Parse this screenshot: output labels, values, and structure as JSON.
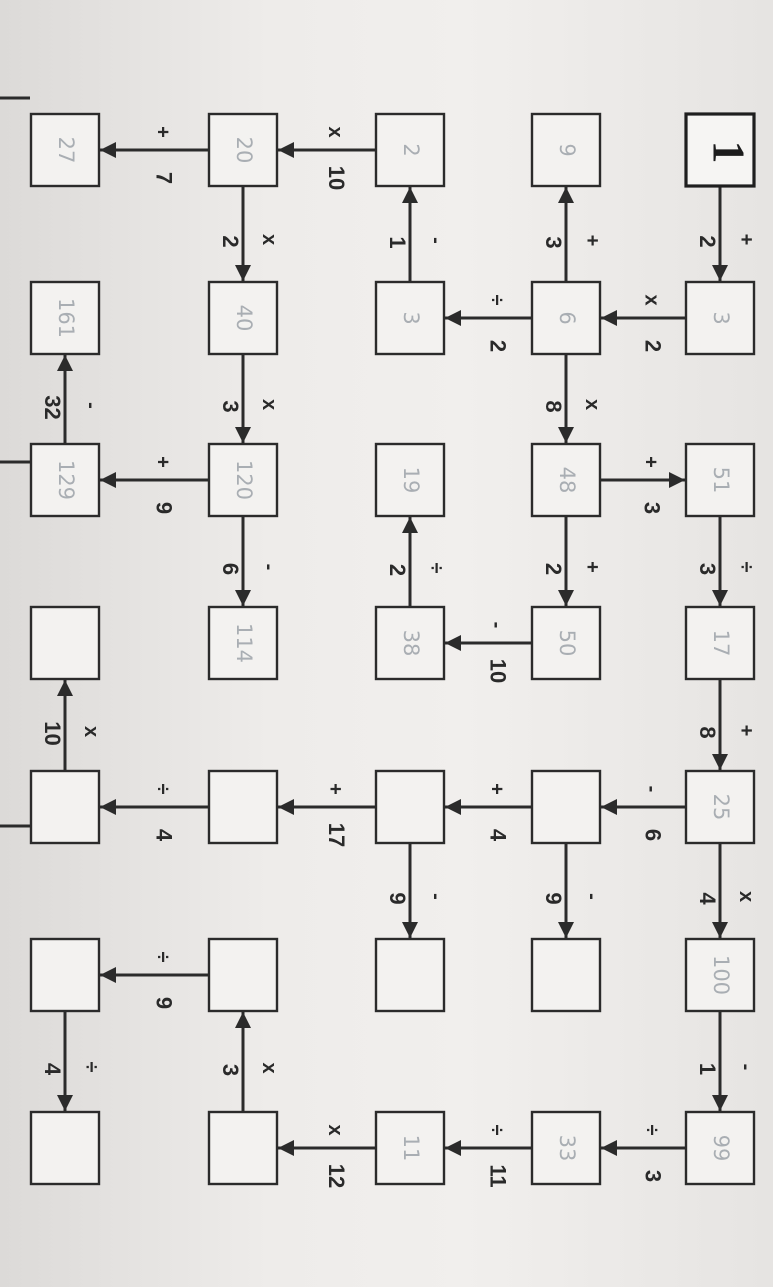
{
  "title_number": "1",
  "boxes": [
    {
      "id": "r1c0",
      "answer": ""
    },
    {
      "id": "r1c1",
      "answer": "3"
    },
    {
      "id": "r1c2",
      "answer": "51"
    },
    {
      "id": "r1c3",
      "answer": "17"
    },
    {
      "id": "r1c4",
      "answer": "25"
    },
    {
      "id": "r1c5",
      "answer": "100"
    },
    {
      "id": "r1c6",
      "answer": "99"
    },
    {
      "id": "r2c0",
      "answer": "9"
    },
    {
      "id": "r2c1",
      "answer": "6"
    },
    {
      "id": "r2c2",
      "answer": "48"
    },
    {
      "id": "r2c3",
      "answer": "50"
    },
    {
      "id": "r2c4",
      "answer": ""
    },
    {
      "id": "r2c5",
      "answer": ""
    },
    {
      "id": "r2c6",
      "answer": "33"
    },
    {
      "id": "r3c0",
      "answer": "2"
    },
    {
      "id": "r3c1",
      "answer": "3"
    },
    {
      "id": "r3c2",
      "answer": "19"
    },
    {
      "id": "r3c3",
      "answer": "38"
    },
    {
      "id": "r3c4",
      "answer": ""
    },
    {
      "id": "r3c5",
      "answer": ""
    },
    {
      "id": "r3c6",
      "answer": "11"
    },
    {
      "id": "r4c0",
      "answer": "20"
    },
    {
      "id": "r4c1",
      "answer": "40"
    },
    {
      "id": "r4c2",
      "answer": "120"
    },
    {
      "id": "r4c3",
      "answer": "114"
    },
    {
      "id": "r4c4",
      "answer": ""
    },
    {
      "id": "r4c5",
      "answer": ""
    },
    {
      "id": "r4c6",
      "answer": ""
    },
    {
      "id": "r5c0",
      "answer": "27"
    },
    {
      "id": "r5c1",
      "answer": "161"
    },
    {
      "id": "r5c2",
      "answer": "129"
    },
    {
      "id": "r5c3",
      "answer": ""
    },
    {
      "id": "r5c4",
      "answer": ""
    },
    {
      "id": "r5c5",
      "answer": ""
    },
    {
      "id": "r5c6",
      "answer": ""
    }
  ],
  "links": [
    {
      "from": "r1c0",
      "to": "r1c1",
      "op": "+",
      "num": "2"
    },
    {
      "from": "r1c1",
      "to": "r2c1",
      "op": "x",
      "num": "2"
    },
    {
      "from": "r2c1",
      "to": "r2c0",
      "op": "+",
      "num": "3"
    },
    {
      "from": "r2c1",
      "to": "r3c1",
      "op": "÷",
      "num": "2"
    },
    {
      "from": "r3c1",
      "to": "r3c0",
      "op": "-",
      "num": "1"
    },
    {
      "from": "r3c0",
      "to": "r4c0",
      "op": "x",
      "num": "10"
    },
    {
      "from": "r4c0",
      "to": "r5c0",
      "op": "+",
      "num": "7"
    },
    {
      "from": "r4c0",
      "to": "r4c1",
      "op": "x",
      "num": "2"
    },
    {
      "from": "r4c1",
      "to": "r4c2",
      "op": "x",
      "num": "3"
    },
    {
      "from": "r4c2",
      "to": "r4c3",
      "op": "-",
      "num": "6"
    },
    {
      "from": "r4c2",
      "to": "r5c2",
      "op": "+",
      "num": "9"
    },
    {
      "from": "r5c2",
      "to": "r5c1",
      "op": "-",
      "num": "32"
    },
    {
      "from": "r2c1",
      "to": "r2c2",
      "op": "x",
      "num": "8"
    },
    {
      "from": "r2c2",
      "to": "r1c2",
      "op": "+",
      "num": "3"
    },
    {
      "from": "r2c2",
      "to": "r2c3",
      "op": "+",
      "num": "2"
    },
    {
      "from": "r2c3",
      "to": "r3c3",
      "op": "-",
      "num": "10"
    },
    {
      "from": "r3c3",
      "to": "r3c2",
      "op": "÷",
      "num": "2"
    },
    {
      "from": "r1c2",
      "to": "r1c3",
      "op": "÷",
      "num": "3"
    },
    {
      "from": "r1c3",
      "to": "r1c4",
      "op": "+",
      "num": "8"
    },
    {
      "from": "r1c4",
      "to": "r2c4",
      "op": "-",
      "num": "6"
    },
    {
      "from": "r1c4",
      "to": "r1c5",
      "op": "x",
      "num": "4"
    },
    {
      "from": "r2c4",
      "to": "r3c4",
      "op": "+",
      "num": "4"
    },
    {
      "from": "r2c4",
      "to": "r2c5",
      "op": "-",
      "num": "9"
    },
    {
      "from": "r3c4",
      "to": "r4c4",
      "op": "+",
      "num": "17"
    },
    {
      "from": "r3c4",
      "to": "r3c5",
      "op": "-",
      "num": "9"
    },
    {
      "from": "r4c4",
      "to": "r5c4",
      "op": "÷",
      "num": "4"
    },
    {
      "from": "r5c4",
      "to": "r5c3",
      "op": "x",
      "num": "10"
    },
    {
      "from": "r1c5",
      "to": "r1c6",
      "op": "-",
      "num": "1"
    },
    {
      "from": "r1c6",
      "to": "r2c6",
      "op": "÷",
      "num": "3"
    },
    {
      "from": "r2c6",
      "to": "r3c6",
      "op": "÷",
      "num": "11"
    },
    {
      "from": "r3c6",
      "to": "r4c6",
      "op": "x",
      "num": "12"
    },
    {
      "from": "r4c6",
      "to": "r4c5",
      "op": "x",
      "num": "3"
    },
    {
      "from": "r4c5",
      "to": "r5c5",
      "op": "÷",
      "num": "9"
    },
    {
      "from": "r5c5",
      "to": "r5c6",
      "op": "÷",
      "num": "4"
    }
  ]
}
